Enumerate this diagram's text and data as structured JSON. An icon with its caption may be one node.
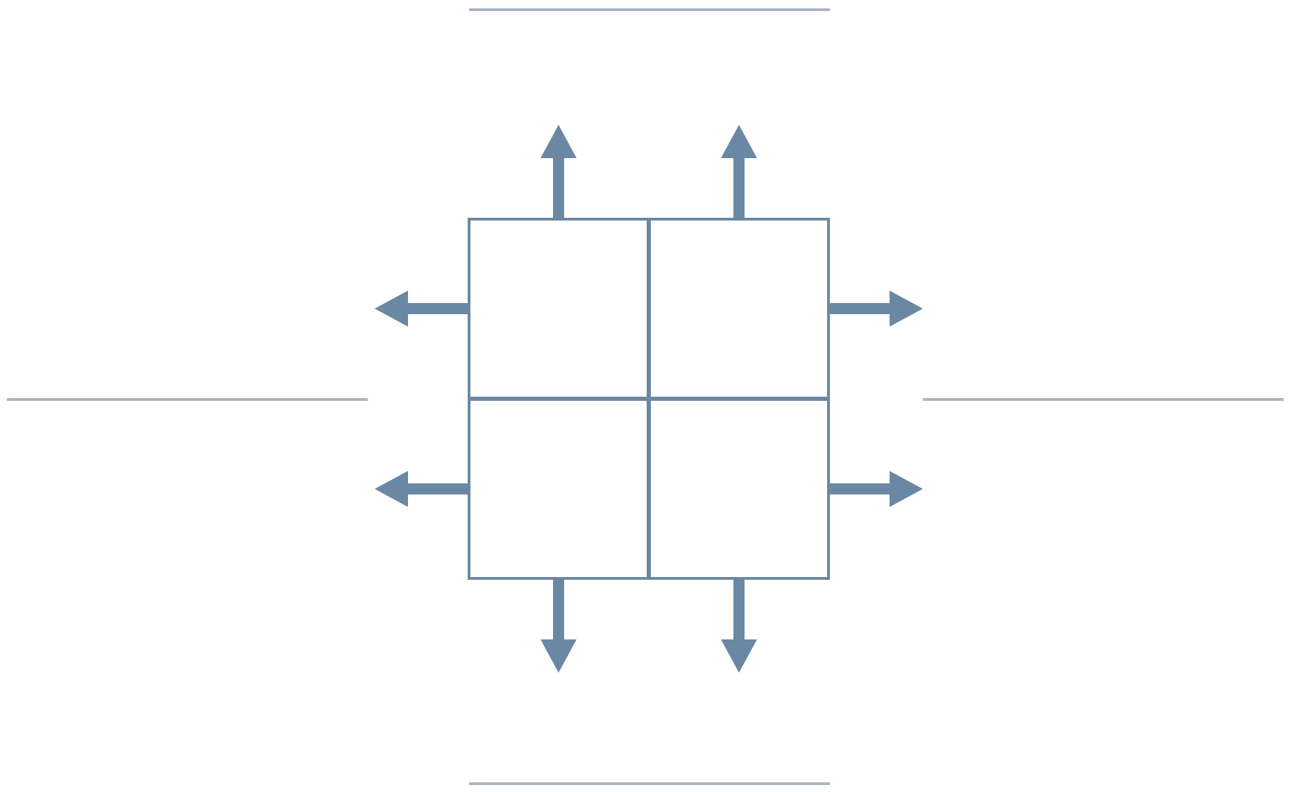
{
  "diagram": {
    "nodes": [
      {
        "text": [],
        "shape": "box"
      },
      {
        "text": [],
        "shape": "box"
      },
      {
        "text": [],
        "shape": "box"
      },
      {
        "text": [],
        "shape": "box"
      }
    ],
    "edges": [
      {
        "from": 0,
        "to": null,
        "arrow": "to"
      },
      {
        "from": 1,
        "to": null,
        "arrow": "to"
      },
      {
        "from": 0,
        "to": null,
        "arrow": "to"
      },
      {
        "from": 1,
        "to": null,
        "arrow": "to"
      },
      {
        "from": 2,
        "to": null,
        "arrow": "to"
      },
      {
        "from": 3,
        "to": null,
        "arrow": "to"
      },
      {
        "from": 2,
        "to": null,
        "arrow": "to"
      },
      {
        "from": 3,
        "to": null,
        "arrow": "to"
      }
    ]
  }
}
